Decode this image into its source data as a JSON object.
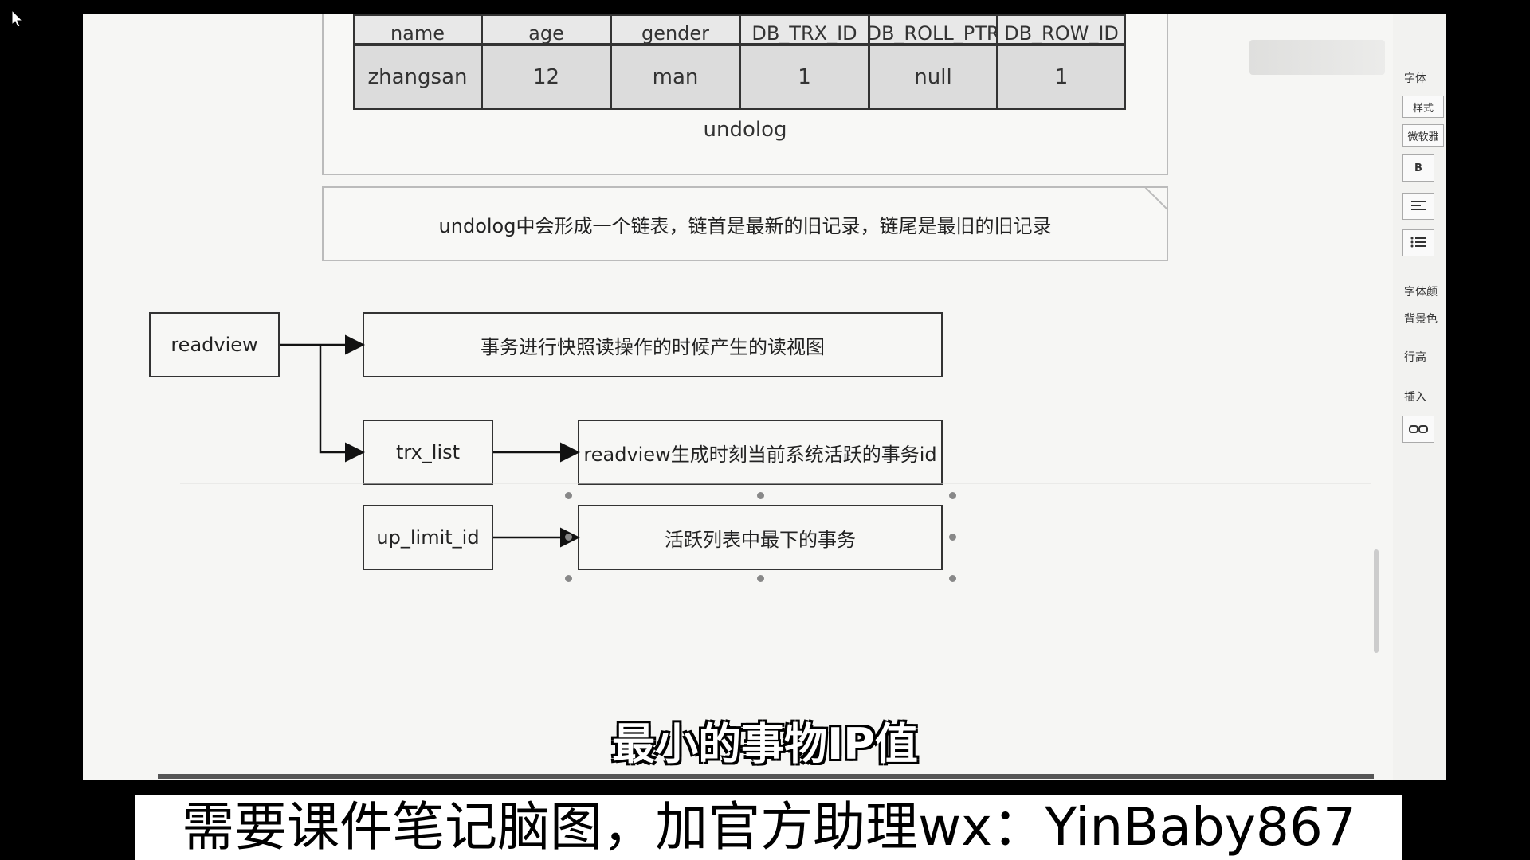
{
  "table": {
    "headers": [
      "name",
      "age",
      "gender",
      "DB_TRX_ID",
      "DB_ROLL_PTR",
      "DB_ROW_ID"
    ],
    "row": [
      "zhangsan",
      "12",
      "man",
      "1",
      "null",
      "1"
    ],
    "caption": "undolog"
  },
  "note": "undolog中会形成一个链表，链首是最新的旧记录，链尾是最旧的旧记录",
  "diagram": {
    "readview": "readview",
    "readview_desc": "事务进行快照读操作的时候产生的读视图",
    "trx_list": "trx_list",
    "trx_list_desc": "readview生成时刻当前系统活跃的事务id",
    "up_limit_id": "up_limit_id",
    "up_limit_desc": "活跃列表中最下的事务"
  },
  "side_panel": {
    "font": "字体",
    "style": "样式",
    "font_name": "微软雅",
    "bold": "B",
    "font_color": "字体颜",
    "bg_color": "背景色",
    "line_height": "行高",
    "insert": "插入"
  },
  "subtitle": "最小的事物IP值",
  "promo": "需要课件笔记脑图，加官方助理wx：YinBaby867",
  "colors": {
    "canvas": "#f6f6f4",
    "cell_fill": "#dcdcdc",
    "border": "#333333",
    "promo_bg": "#ffffff"
  }
}
